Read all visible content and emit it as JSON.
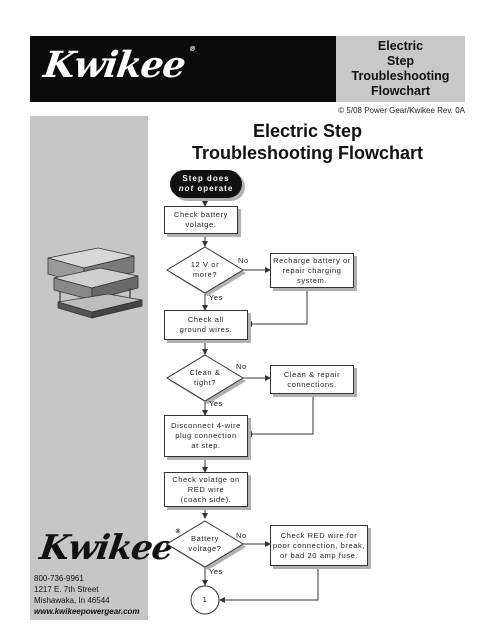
{
  "header": {
    "logo": "Kwikee",
    "side_title": "Electric\nStep\nTroubleshooting\nFlowchart",
    "copyright": "© 5/08  Power Gear/Kwikee  Rev. 0A"
  },
  "title": {
    "line1": "Electric Step",
    "line2": "Troubleshooting Flowchart"
  },
  "sidebar": {
    "logo": "Kwikee",
    "phone": "800-736-9961",
    "address1": "1217 E. 7th Street",
    "address2": "Mishawaka, In 46544",
    "website": "www.kwikeepowergear.com"
  },
  "flowchart": {
    "start_line1": "Step does",
    "start_not": "not",
    "start_rest": " operate",
    "check_battery": "Check battery\nvolatge.",
    "q_12v": "12 V or\nmore?",
    "recharge": "Recharge battery or\nrepair charging\nsystem.",
    "check_ground": "Check all\nground wires.",
    "q_clean": "Clean &\ntight?",
    "clean_repair": "Clean & repair\nconnections.",
    "disconnect": "Disconnect 4-wire\nplug connection\nat step.",
    "check_red": "Check volatge on\nRED wire\n(coach side).",
    "q_battery": "Battery\nvoltage?",
    "check_red_wire": "Check RED wire for\npoor connection, break,\nor bad 20 amp fuse.",
    "connector": "1",
    "yes": "Yes",
    "no": "No"
  }
}
